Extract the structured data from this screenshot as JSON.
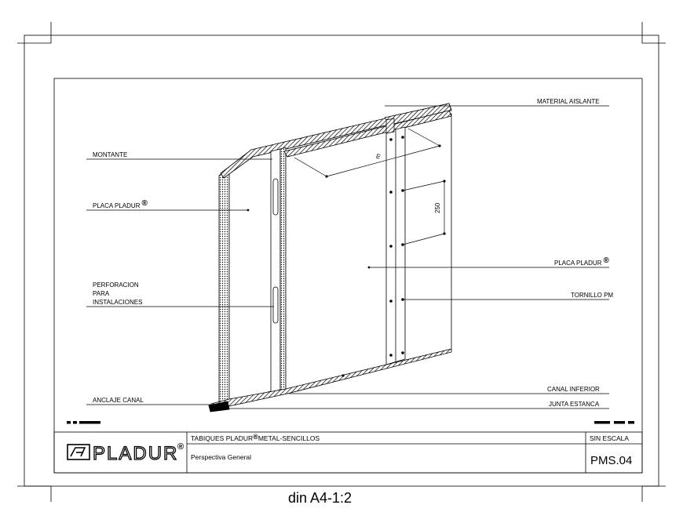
{
  "labels": {
    "material_aislante": "MATERIAL AISLANTE",
    "montante": "MONTANTE",
    "placa_left": "PLACA PLADUR",
    "placa_right": "PLACA PLADUR",
    "registered": "®",
    "perforacion": [
      "PERFORACION",
      "PARA",
      "INSTALACIONES"
    ],
    "tornillo": "TORNILLO PM",
    "canal_inferior": "CANAL INFERIOR",
    "junta_estanca": "JUNTA ESTANCA",
    "anclaje_canal": "ANCLAJE CANAL",
    "dim_m": "m",
    "dim_250": "250"
  },
  "title_block": {
    "brand": "PLADUR",
    "brand_reg": "®",
    "title_a": "TABIQUES PLADUR",
    "title_reg": "®",
    "title_b": "METAL-SENCILLOS",
    "subtitle": "Perspectiva General",
    "scale": "SIN ESCALA",
    "code": "PMS.04"
  },
  "footer": {
    "format": "din A4-1:2"
  }
}
